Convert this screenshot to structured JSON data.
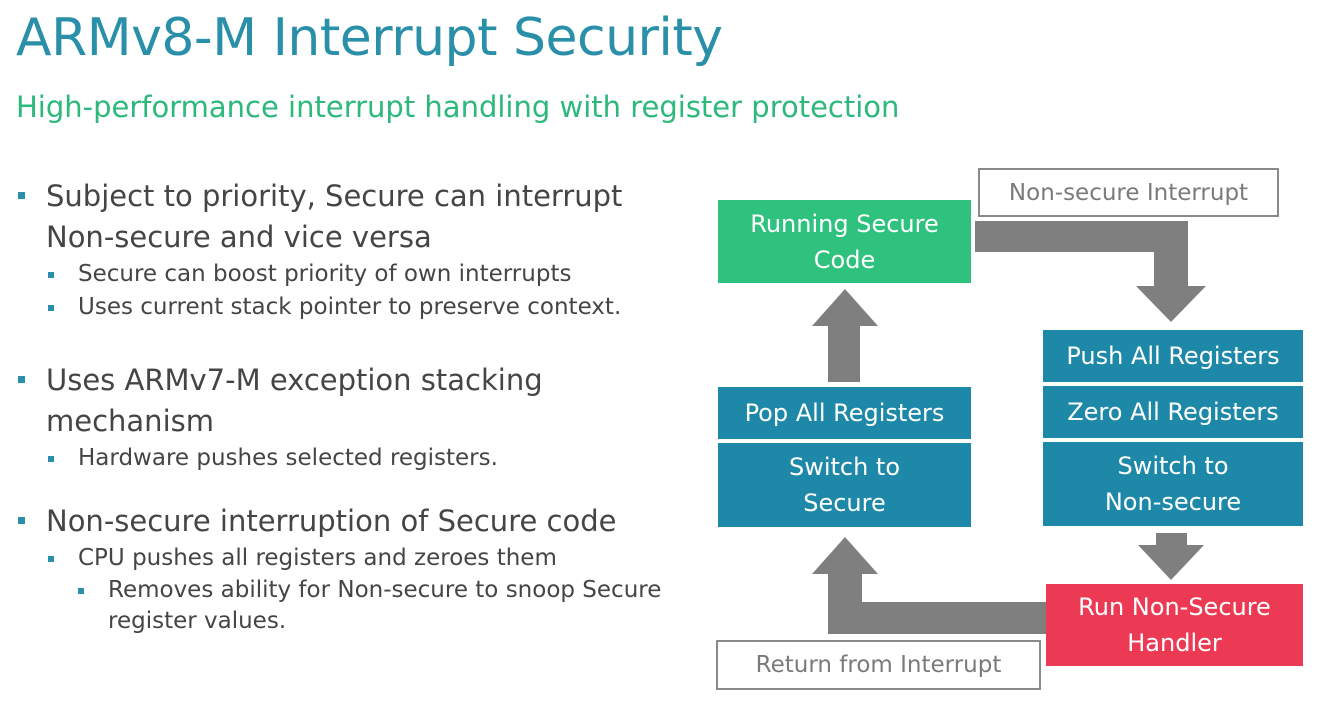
{
  "slide": {
    "title": "ARMv8-M Interrupt Security",
    "subtitle": "High-performance interrupt handling with register protection"
  },
  "bullets": [
    {
      "text": "Subject to priority, Secure can interrupt Non-secure and vice versa",
      "sub": [
        "Secure can boost priority of own interrupts",
        "Uses current stack pointer to preserve context."
      ]
    },
    {
      "text": "Uses ARMv7-M exception stacking mechanism",
      "sub": [
        "Hardware pushes selected registers."
      ]
    },
    {
      "text": "Non-secure interruption of Secure code",
      "sub": [
        "CPU pushes all registers and zeroes them"
      ],
      "subsub": [
        "Removes ability for Non-secure to snoop Secure register values."
      ]
    }
  ],
  "diagram": {
    "running_secure": "Running Secure Code",
    "nonsecure_interrupt": "Non-secure Interrupt",
    "push_all": "Push All Registers",
    "zero_all": "Zero All Registers",
    "switch_nonsecure": "Switch to Non-secure",
    "run_handler": "Run Non-Secure Handler",
    "return_interrupt": "Return from Interrupt",
    "pop_all": "Pop All Registers",
    "switch_secure": "Switch to Secure",
    "colors": {
      "green": "#2ec27e",
      "teal": "#1e88a8",
      "red": "#ec3a55",
      "arrow": "#7f7f7f"
    }
  }
}
